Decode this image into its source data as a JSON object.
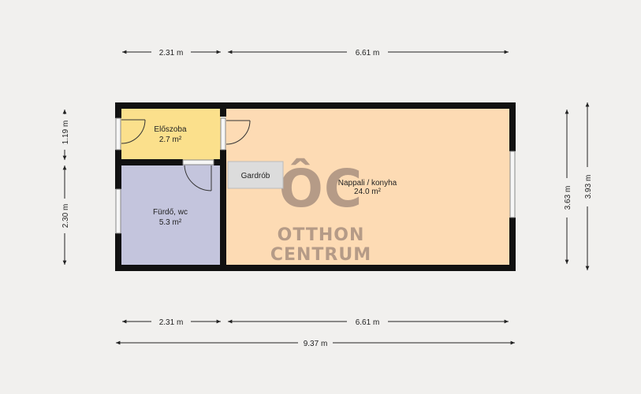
{
  "floorplan": {
    "rooms": [
      {
        "name": "Előszoba",
        "area": "2.7 m²",
        "color": "#fbe08c"
      },
      {
        "name": "Fürdő, wc",
        "area": "5.3 m²",
        "color": "#c4c5dd"
      },
      {
        "name": "Nappali / konyha",
        "area": "24.0 m²",
        "color": "#fddbb4"
      },
      {
        "name": "Gardrób",
        "color": "#dcdcdc"
      }
    ],
    "dimensions": {
      "top_left": "2.31 m",
      "top_right": "6.61 m",
      "bottom_left": "2.31 m",
      "bottom_right": "6.61 m",
      "bottom_total": "9.37 m",
      "left_upper": "1.19 m",
      "left_lower": "2.30 m",
      "right_inner": "3.63 m",
      "right_outer": "3.93 m"
    },
    "watermark": {
      "monogram": "ÔC",
      "line1": "OTTHON",
      "line2": "CENTRUM"
    },
    "colors": {
      "wall": "#111111",
      "background": "#f1f0ee",
      "watermark": "#b59b87"
    }
  }
}
